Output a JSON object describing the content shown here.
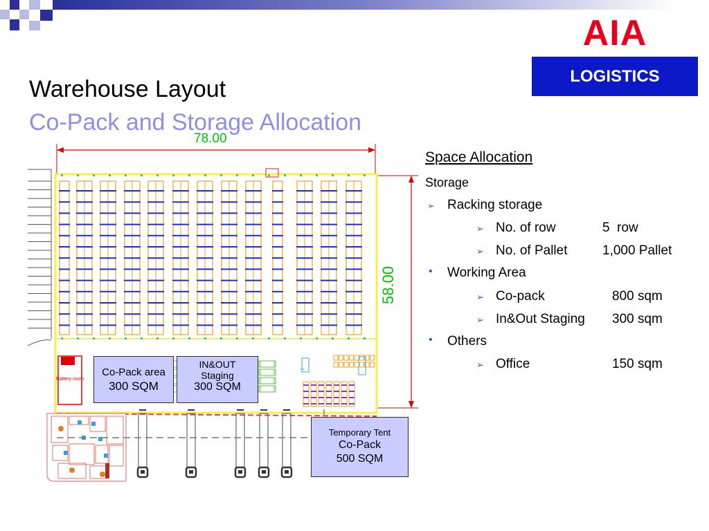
{
  "logo": {
    "brand": "AIA",
    "sub": "LOGISTICS"
  },
  "title": {
    "line1": "Warehouse Layout",
    "line2": "Co-Pack and Storage Allocation"
  },
  "dimensions": {
    "width_label": "78.00",
    "height_label": "58.00"
  },
  "plan": {
    "battery_room": "Battery room"
  },
  "areas": {
    "copack": {
      "line1": "Co-Pack area",
      "line2": "300 SQM"
    },
    "staging": {
      "line1": "IN&OUT",
      "line2": "Staging",
      "line3": "300 SQM"
    },
    "tent": {
      "line1": "Temporary Tent",
      "line2": "Co-Pack",
      "line3": "500 SQM"
    }
  },
  "space_allocation": {
    "heading": "Space Allocation",
    "storage": "Storage",
    "racking": "Racking storage",
    "row_label": "No. of row",
    "row_value": "5  row",
    "pallet_label": "No. of Pallet",
    "pallet_value": "1,000 Pallet",
    "working": "Working Area",
    "copack_label": "Co-pack",
    "copack_value": "800 sqm",
    "staging_label": "In&Out Staging",
    "staging_value": "300 sqm",
    "others": "Others",
    "office_label": "Office",
    "office_value": "150 sqm"
  },
  "colors": {
    "brand_red": "#e8001c",
    "brand_blue": "#0c19c8",
    "subtitle": "#8c8ee8",
    "dimension": "#00c000",
    "rack": "#f0a020",
    "beam": "#1a2ccc",
    "wall": "#ffec4a",
    "overlay": "#cacbff"
  }
}
